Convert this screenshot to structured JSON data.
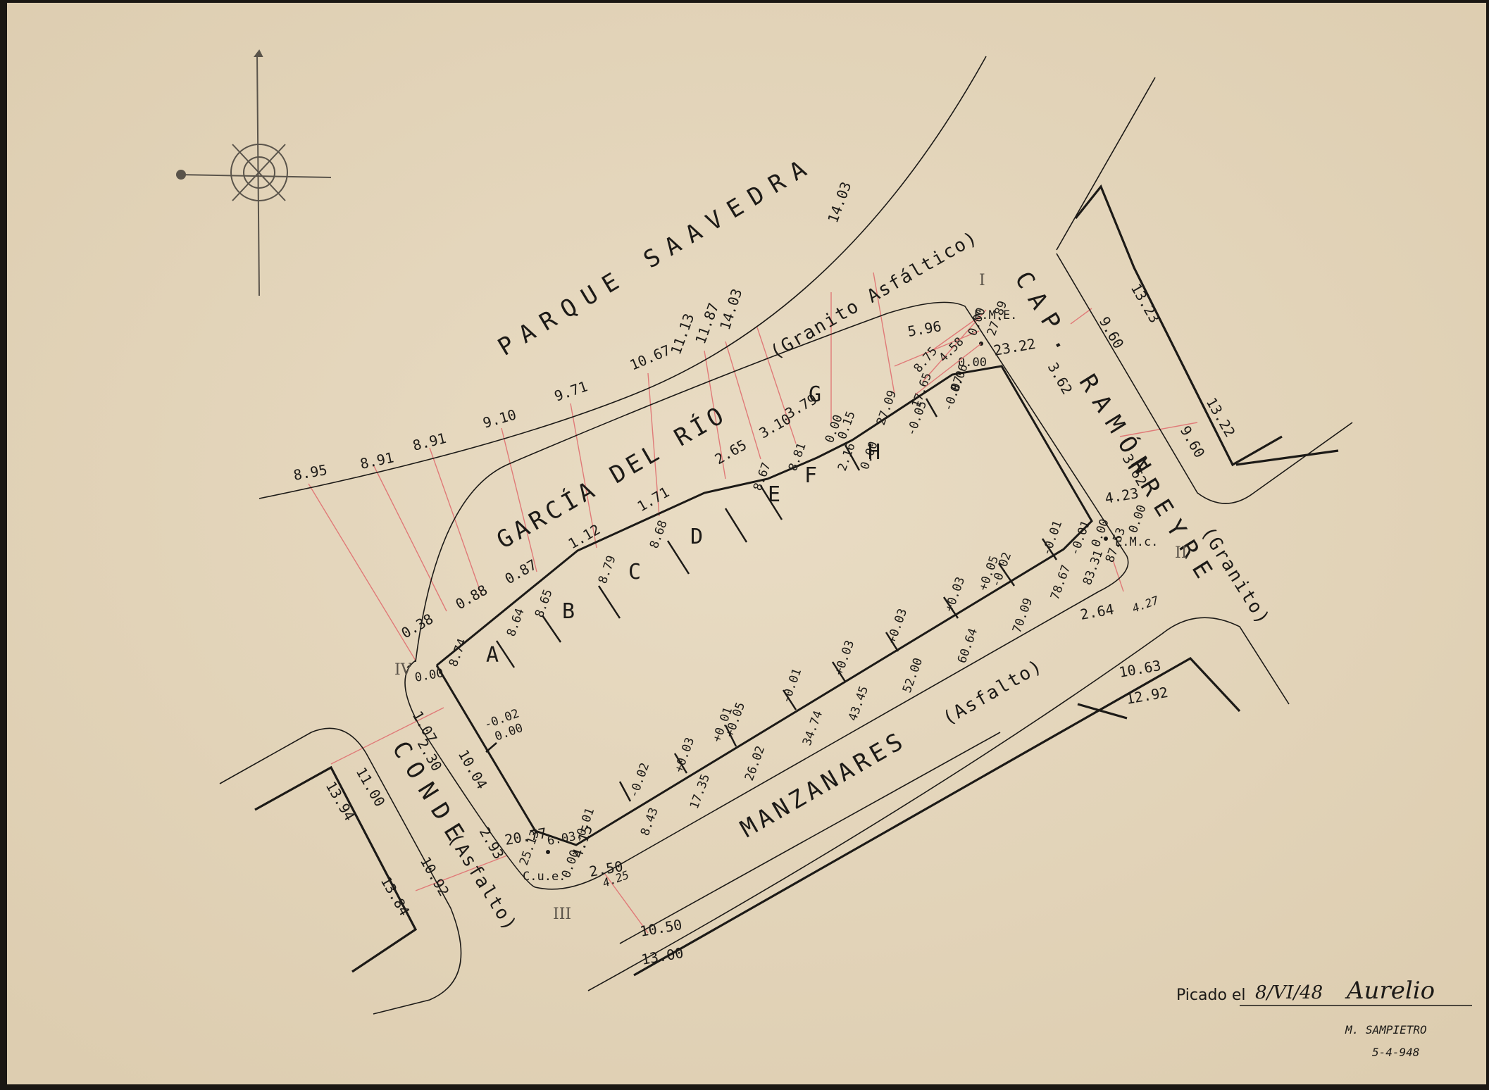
{
  "colors": {
    "paper": "#e4d6bd",
    "ink": "#1c1a17",
    "red_line": "#e07a78",
    "frame": "#1a1713"
  },
  "compass": {
    "icon": "compass-rose-icon"
  },
  "streets": {
    "parque": "PARQUE SAAVEDRA",
    "garcia": "GARCÍA DEL RÍO",
    "garcia_surface": "(Granito Asfáltico)",
    "cap_ramon": "CAP. RAMÓN",
    "freyre": "FREYRE",
    "freyre_surface": "(Granito)",
    "manzanares": "MANZANARES",
    "manzanares_surface": "(Asfalto)",
    "conde": "CONDE",
    "conde_surface": "(Asfalto)"
  },
  "corners": {
    "I": "I",
    "II": "II",
    "III": "III",
    "IV": "IV"
  },
  "lots": [
    "A",
    "B",
    "C",
    "D",
    "E",
    "F",
    "G",
    "H"
  ],
  "parque_widths": [
    "8.95",
    "8.91",
    "8.91",
    "9.10",
    "9.71",
    "10.67",
    "11.13",
    "11.87",
    "14.03",
    "14.03",
    "5.96"
  ],
  "garcia_offsets": [
    "0.38",
    "0.88",
    "0.87",
    "1.12",
    "1.71",
    "2.65",
    "3.10",
    "3.79"
  ],
  "garcia_chain": [
    "8.74",
    "8.64",
    "8.65",
    "8.79",
    "8.68",
    "8.67",
    "8.81",
    "2.16",
    "27.09",
    "17.65",
    "8.75",
    "4.58"
  ],
  "h_levels": [
    "0.00",
    "0.00",
    "0.15",
    "-0.05",
    "-0.07",
    "0.00",
    "0.06"
  ],
  "eme": {
    "top": "E.M.E.",
    "top_level": "0.00",
    "top_dist": "27.89",
    "right": "E.M.c.",
    "right_level": "0.00",
    "right_dist": "87.53",
    "corner": "C.u.e.",
    "corner_level": "0.00",
    "corner_dist": "25.13"
  },
  "freyre_labels": [
    "23.22",
    "3.62",
    "3.62",
    "4.23",
    "9.60",
    "9.60",
    "13.23",
    "13.22"
  ],
  "manzanares_chain": [
    "6.03",
    "8.43",
    "17.35",
    "26.02",
    "34.74",
    "43.45",
    "52.00",
    "60.64",
    "70.09",
    "78.67",
    "83.31"
  ],
  "manzanares_levels": [
    "-0.01",
    "-0.02",
    "+0.03",
    "+0.01",
    "+0.05",
    "-0.01",
    "+0.03",
    "+0.03",
    "+0.03",
    "+0.05",
    "-0.02",
    "-0.01",
    "-0.01",
    "0.00"
  ],
  "manzanares_other": [
    "2.64",
    "10.63",
    "12.92",
    "2.50",
    "10.50",
    "13.00",
    "4.15",
    "4.25",
    "4.27"
  ],
  "conde_labels": [
    "1.07",
    "2.30",
    "11.00",
    "13.94",
    "2.93",
    "10.92",
    "13.84",
    "10.04",
    "20.77",
    "-0.02",
    "0.00",
    "0.00"
  ],
  "footer": {
    "picado_label": "Picado el",
    "picado_date": "8/VI/48",
    "signature": "Aurelio",
    "author": "M. SAMPIETRO",
    "author_date": "5-4-948"
  }
}
